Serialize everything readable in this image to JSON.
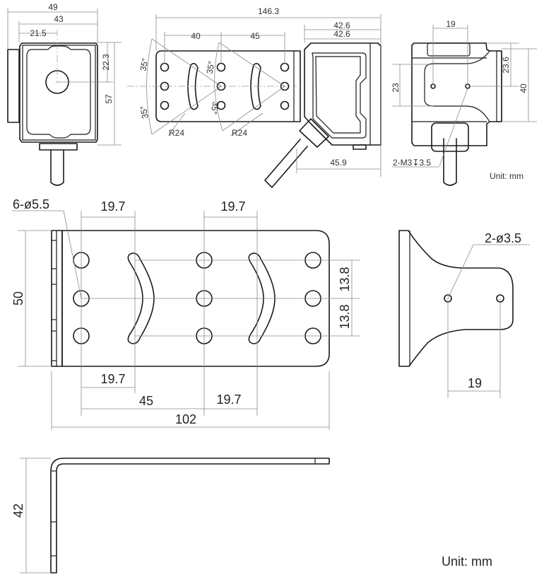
{
  "top_views": {
    "front_view": {
      "dims": {
        "overall_width": "49",
        "body_width": "43",
        "half_width": "21.5",
        "center_height": "22.3",
        "height": "57"
      }
    },
    "bracket_top_view": {
      "dims": {
        "overall_length": "146.3",
        "hole_spacing_1": "40",
        "hole_spacing_2": "45",
        "angle_upper_left": "35°",
        "angle_lower_left": "35°",
        "angle_upper_mid": "35°",
        "angle_lower_mid": "35°",
        "radius_1": "R24",
        "radius_2": "R24"
      }
    },
    "side_view": {
      "dims": {
        "depth_1": "42.6",
        "depth_2": "42.6",
        "base_depth": "45.9"
      }
    },
    "rear_view": {
      "dims": {
        "hole_spacing": "19",
        "hole_height": "23",
        "upper_height": "23.6",
        "height": "40"
      },
      "thread_callout": "2-M3↧3.5",
      "unit": "Unit: mm"
    }
  },
  "bracket_plan": {
    "hole_callout": "6-ø5.5",
    "dims": {
      "top_left_spacing": "19.7",
      "top_right_spacing": "19.7",
      "height": "50",
      "row_spacing_upper": "13.8",
      "row_spacing_lower": "13.8",
      "bottom_left_spacing": "19.7",
      "center_spacing": "45",
      "bottom_right_spacing": "19.7",
      "overall_length": "102"
    }
  },
  "bracket_end": {
    "hole_callout": "2-ø3.5",
    "dims": {
      "hole_spacing": "19"
    }
  },
  "bracket_side": {
    "dims": {
      "height": "42"
    }
  },
  "footer": {
    "unit": "Unit: mm"
  },
  "colors": {
    "outline": "#1a1a1a",
    "dimension": "#8a8a8a",
    "text": "#222222"
  }
}
